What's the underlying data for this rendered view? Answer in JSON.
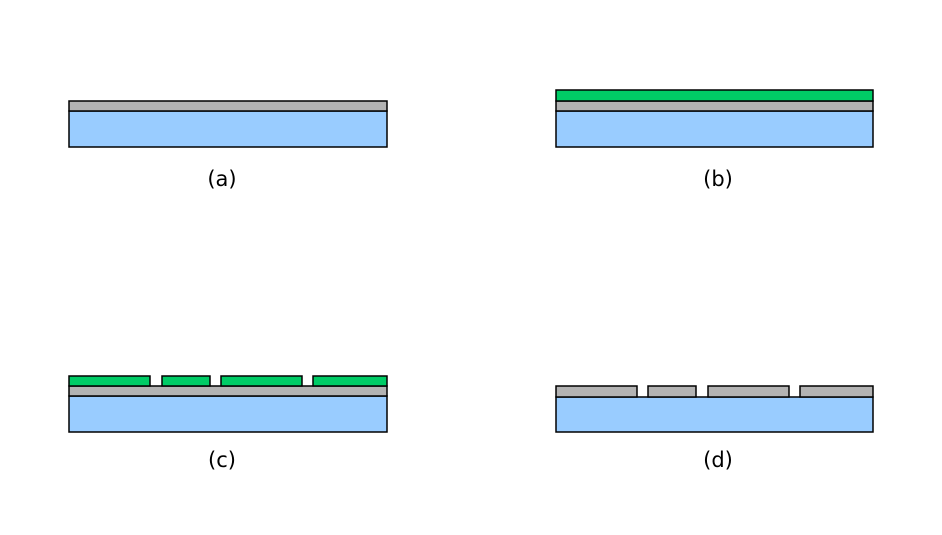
{
  "colors": {
    "substrate": "#99ccff",
    "thin_film": "#b3b3b3",
    "photoresist": "#00cc66",
    "outline": "#000000"
  },
  "panels": {
    "a": {
      "caption": "(a)"
    },
    "b": {
      "caption": "(b)"
    },
    "c": {
      "caption": "(c)"
    },
    "d": {
      "caption": "(d)"
    }
  }
}
